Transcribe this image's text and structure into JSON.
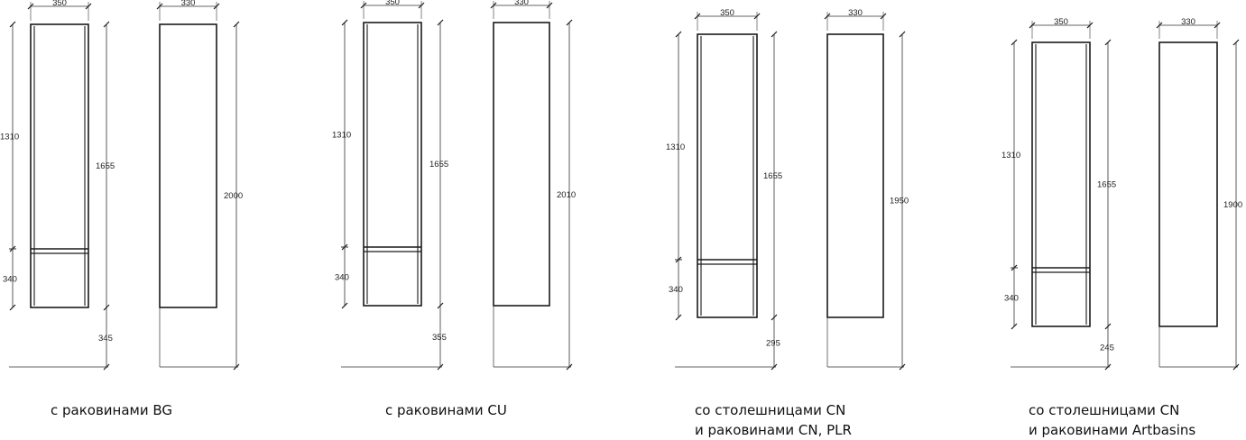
{
  "colors": {
    "line": "#1a1a1a",
    "dim_line": "#333333",
    "text": "#111111"
  },
  "cabinets": [
    {
      "id": "bg",
      "caption": [
        "с раковинами BG"
      ],
      "front": {
        "width": "350",
        "upper": "1310",
        "lower": "340",
        "total": "1655",
        "floor": "345"
      },
      "side": {
        "width": "330",
        "height": "2000"
      }
    },
    {
      "id": "cu",
      "caption": [
        "с раковинами CU"
      ],
      "front": {
        "width": "350",
        "upper": "1310",
        "lower": "340",
        "total": "1655",
        "floor": "355"
      },
      "side": {
        "width": "330",
        "height": "2010"
      }
    },
    {
      "id": "cn-plr",
      "caption": [
        "со столешницами CN",
        "и раковинами CN, PLR"
      ],
      "front": {
        "width": "350",
        "upper": "1310",
        "lower": "340",
        "total": "1655",
        "floor": "295"
      },
      "side": {
        "width": "330",
        "height": "1950"
      }
    },
    {
      "id": "cn-artbasins",
      "caption": [
        "со столешницами CN",
        "и раковинами Artbasins"
      ],
      "front": {
        "width": "350",
        "upper": "1310",
        "lower": "340",
        "total": "1655",
        "floor": "245"
      },
      "side": {
        "width": "330",
        "height": "1900"
      }
    }
  ]
}
